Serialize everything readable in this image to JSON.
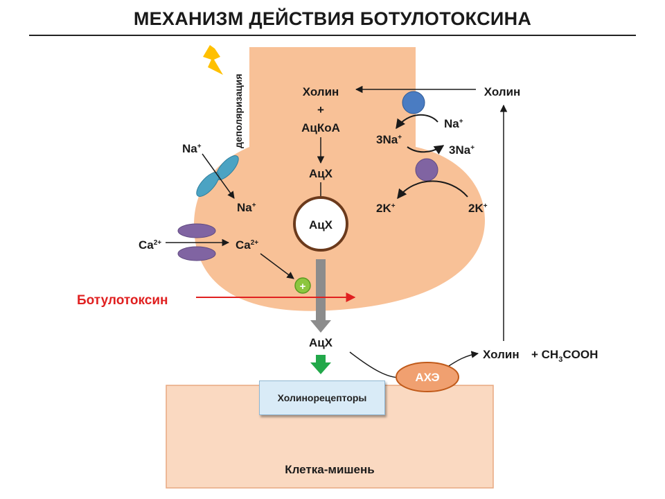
{
  "title": "МЕХАНИЗМ ДЕЙСТВИЯ БОТУЛОТОКСИНА",
  "colors": {
    "terminal": "#f8c197",
    "target_cell": "#fad9c1",
    "botulinum": "#e02020",
    "pump_blue": "#4a7cc2",
    "pump_purple": "#8064a2",
    "na_channel": "#4ba3c3",
    "ca_channel": "#8064a2",
    "ache": "#f0a070",
    "release_arrow": "#8c8c8c",
    "receptor_arrow": "#22a84a",
    "plus_circle": "#8cc63f",
    "lightning": "#ffc000"
  },
  "labels": {
    "depolarization": "деполяризация",
    "choline_in": "Холин",
    "plus": "+",
    "acetyl_coa": "АцКоА",
    "ach": "АцХ",
    "ach_vesicle": "АцХ",
    "ach_released": "АцХ",
    "choline_out": "Холин",
    "na": "Na",
    "na_sup": "+",
    "na_in": "Na",
    "na_out_pump": "Na",
    "three_na_in": "3Na",
    "three_na_out": "3Na",
    "two_k_in": "2K",
    "two_k_out": "2K",
    "ca_out": "Ca",
    "ca_in": "Ca",
    "ca_sup": "2+",
    "plus_sign": "+",
    "botulinum": "Ботулотоксин",
    "ache": "АХЭ",
    "choline_product": "Холин",
    "acetate_prefix": "+ CH",
    "acetate_sub": "3",
    "acetate_suffix": "COOH",
    "receptors": "Холинорецепторы",
    "target_cell": "Клетка-мишень"
  }
}
